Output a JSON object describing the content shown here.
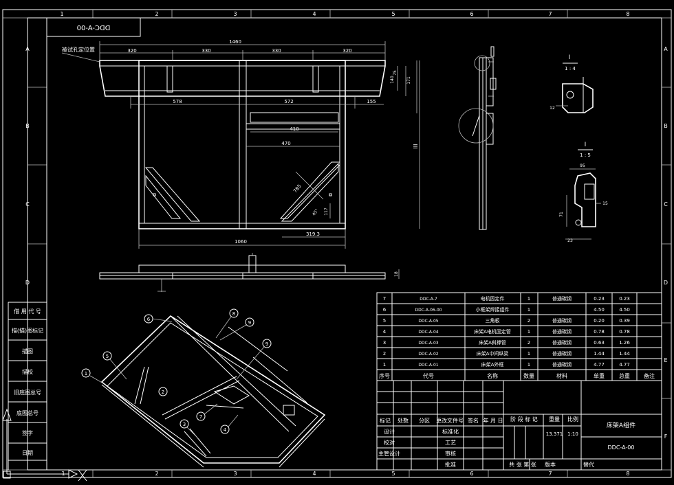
{
  "drawing_no_mirrored": "DDC-A-00",
  "zone_cols": [
    "1",
    "2",
    "3",
    "4",
    "5",
    "6",
    "7",
    "8"
  ],
  "zone_rows": [
    "A",
    "B",
    "C",
    "D",
    "E",
    "F"
  ],
  "callouts": {
    "top_note": "被试孔定位置",
    "total_1460": "1460",
    "d320a": "320",
    "d330a": "330",
    "d330b": "330",
    "d320b": "320",
    "d578": "578",
    "d572": "572",
    "d155": "155",
    "d410": "410",
    "d470": "470",
    "d1060": "1060",
    "d319": "319.3",
    "d785": "785",
    "d117": "117",
    "d45": "45°",
    "side_75": "75",
    "side_140": "140",
    "side_171": "171",
    "side_iii": "III",
    "det1_label": "I",
    "det1_scale": "1 : 4",
    "det1_12": "12",
    "det2_label": "I",
    "det2_scale": "1 : 5",
    "det2_95": "95",
    "det2_71": "71",
    "det2_15": "15",
    "det2_23": "23",
    "bot_18": "18"
  },
  "balloons": [
    "1",
    "2",
    "3",
    "4",
    "5",
    "6",
    "7",
    "8",
    "9",
    "9"
  ],
  "left_strip": [
    "借 用 代 号",
    "描(描)图标记",
    "描图",
    "描校",
    "旧底图总号",
    "底图总号",
    "签字",
    "日期"
  ],
  "bom_rows": [
    {
      "no": "7",
      "code": "DDC-A-7",
      "name": "电机固定件",
      "qty": "1",
      "mat": "普通碳钢",
      "w1": "0.23",
      "w2": "0.23"
    },
    {
      "no": "6",
      "code": "DDC-A-06-00",
      "name": "小框架焊接组件",
      "qty": "1",
      "mat": "",
      "w1": "4.50",
      "w2": "4.50"
    },
    {
      "no": "5",
      "code": "DDC-A-05",
      "name": "三角板",
      "qty": "2",
      "mat": "普通碳钢",
      "w1": "0.20",
      "w2": "0.39"
    },
    {
      "no": "4",
      "code": "DDC-A-04",
      "name": "床架A电机固定管",
      "qty": "1",
      "mat": "普通碳钢",
      "w1": "0.78",
      "w2": "0.78"
    },
    {
      "no": "3",
      "code": "DDC-A-03",
      "name": "床架A斜撑管",
      "qty": "2",
      "mat": "普通碳钢",
      "w1": "0.63",
      "w2": "1.26"
    },
    {
      "no": "2",
      "code": "DDC-A-02",
      "name": "床架A中间纵梁",
      "qty": "1",
      "mat": "普通碳钢",
      "w1": "1.44",
      "w2": "1.44"
    },
    {
      "no": "1",
      "code": "DDC-A-01",
      "name": "床架A外框",
      "qty": "1",
      "mat": "普通碳钢",
      "w1": "4.77",
      "w2": "4.77"
    }
  ],
  "bom_header": [
    "序号",
    "代号",
    "名称",
    "数量",
    "材料",
    "单重",
    "总重",
    "备注"
  ],
  "title_block": {
    "row1": [
      "标记",
      "处数",
      "分区",
      "更改文件号",
      "签名",
      "年 月 日"
    ],
    "stage": "阶 段 标 记",
    "weight_h": "重量",
    "scale_h": "比例",
    "weight_v": "13.371",
    "scale_v": "1:10",
    "design": "设计",
    "std": "标准化",
    "check": "校对",
    "process": "工艺",
    "chief": "主管设计",
    "review": "审核",
    "approve": "批准",
    "footer": "共 张 第 张",
    "version": "版本",
    "replace": "替代",
    "title": "床架A组件",
    "code": "DDC-A-00"
  }
}
